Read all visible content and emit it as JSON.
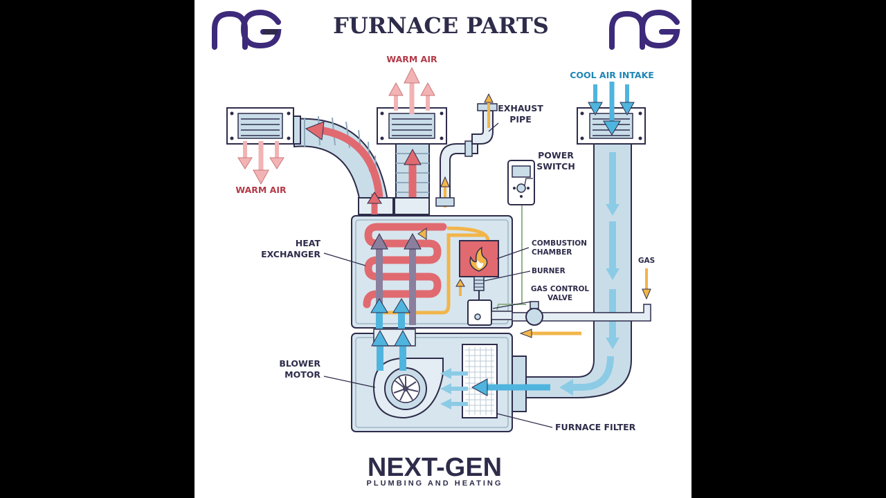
{
  "title": "FURNACE PARTS",
  "logo_left": "nG",
  "logo_right": "nG",
  "brand": {
    "name": "NEXT-GEN",
    "tagline": "PLUMBING AND HEATING"
  },
  "labels": {
    "warm_air_top": "WARM AIR",
    "warm_air_left": "WARM AIR",
    "cool_air_intake": "COOL AIR INTAKE",
    "exhaust_pipe_1": "EXHAUST",
    "exhaust_pipe_2": "PIPE",
    "power_switch_1": "POWER",
    "power_switch_2": "SWITCH",
    "heat_exchanger_1": "HEAT",
    "heat_exchanger_2": "EXCHANGER",
    "combustion_chamber_1": "COMBUSTION",
    "combustion_chamber_2": "CHAMBER",
    "burner": "BURNER",
    "gas_control_valve_1": "GAS CONTROL",
    "gas_control_valve_2": "VALVE",
    "gas": "GAS",
    "blower_motor_1": "BLOWER",
    "blower_motor_2": "MOTOR",
    "furnace_filter": "FURNACE FILTER"
  },
  "colors": {
    "navy": "#2e2c4a",
    "warm_air_text": "#b33a48",
    "cool_air_text": "#1f86b6",
    "warm_arrow": "#e06a70",
    "warm_arrow_light": "#f2b3b5",
    "cool_arrow": "#4fb4de",
    "gas_arrow": "#f2b54a",
    "duct": "#c9dde9",
    "body": "#d7e5ee",
    "logo": "#3d2a7a"
  }
}
